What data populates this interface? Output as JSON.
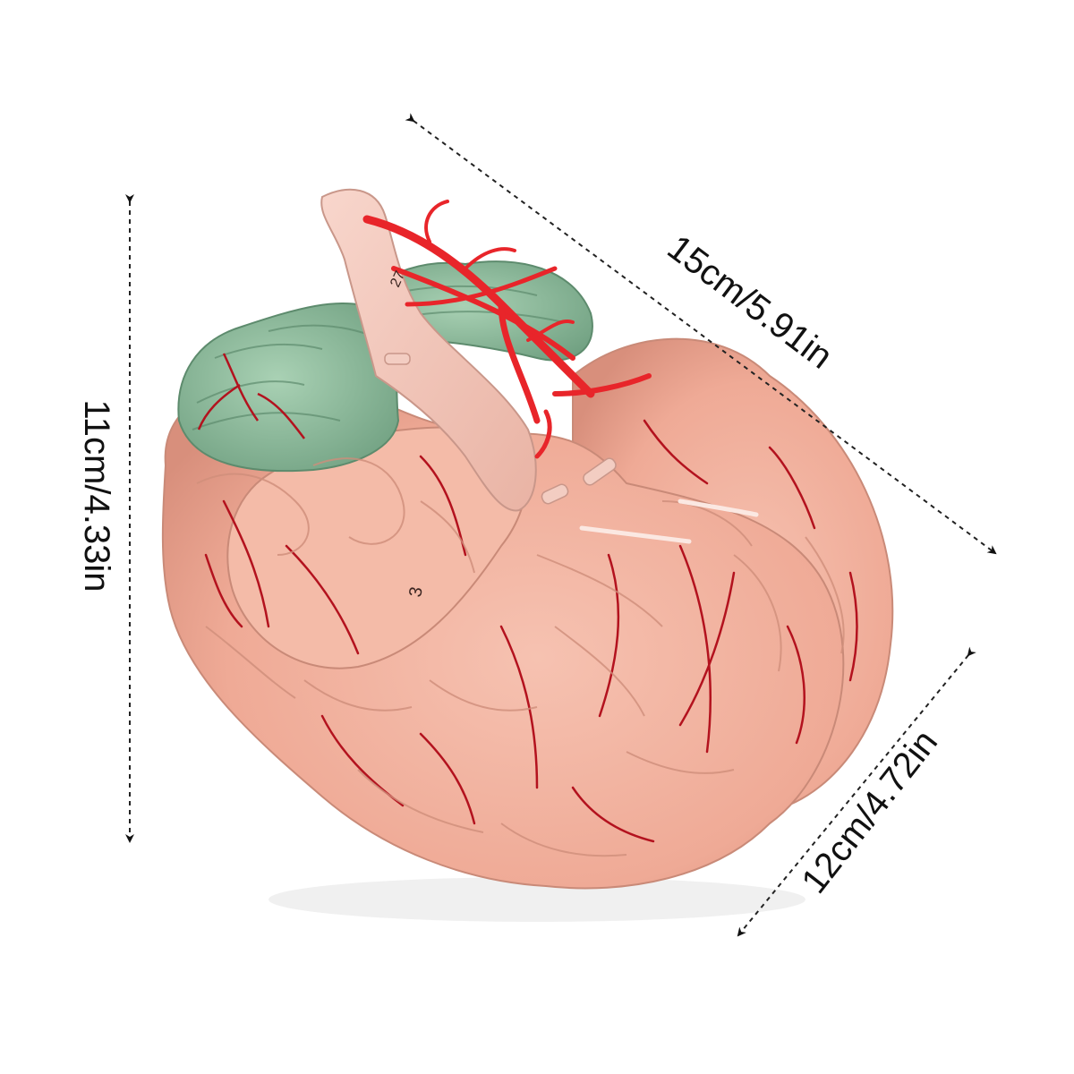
{
  "colors": {
    "background": "#ffffff",
    "cerebrum": "#f2b5a2",
    "cerebrum_shadow": "#d98f7d",
    "cerebellum": "#8fbf9f",
    "cerebellum_shadow": "#6f9f80",
    "brainstem": "#f4c7bb",
    "artery": "#e8252a",
    "vessel": "#b3121e",
    "dimension_line": "#222222"
  },
  "dimensions": {
    "length": "15cm/5.91in",
    "height": "11cm/4.33in",
    "depth": "12cm/4.72in"
  },
  "model_labels": {
    "cortex_number": "3",
    "brainstem_number": "27"
  }
}
